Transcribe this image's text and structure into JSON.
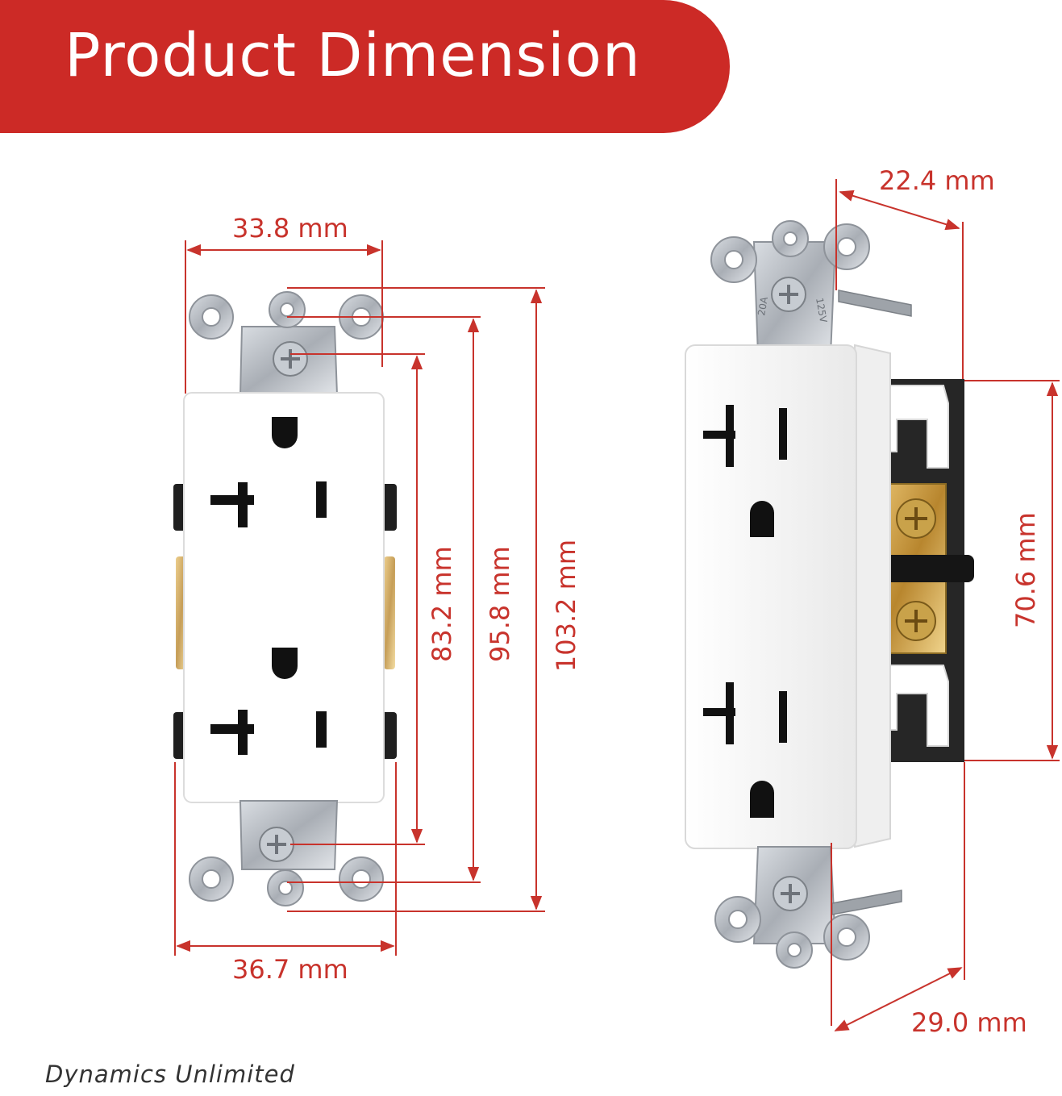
{
  "banner": {
    "title": "Product Dimension"
  },
  "front_view": {
    "width_top": "33.8 mm",
    "width_bottom": "36.7 mm",
    "height_inner": "83.2 mm",
    "height_middle": "95.8 mm",
    "height_overall": "103.2 mm"
  },
  "side_view": {
    "depth_top": "22.4 mm",
    "body_height": "70.6 mm",
    "depth_bottom": "29.0 mm",
    "label_rating_amps": "20A",
    "label_rating_volts": "125V"
  },
  "brand": {
    "name": "Dynamics Unlimited"
  },
  "colors": {
    "banner": "#cc2a26",
    "dimension": "#c8332c",
    "outlet_body": "#ffffff",
    "strap": "#b9bec4"
  }
}
